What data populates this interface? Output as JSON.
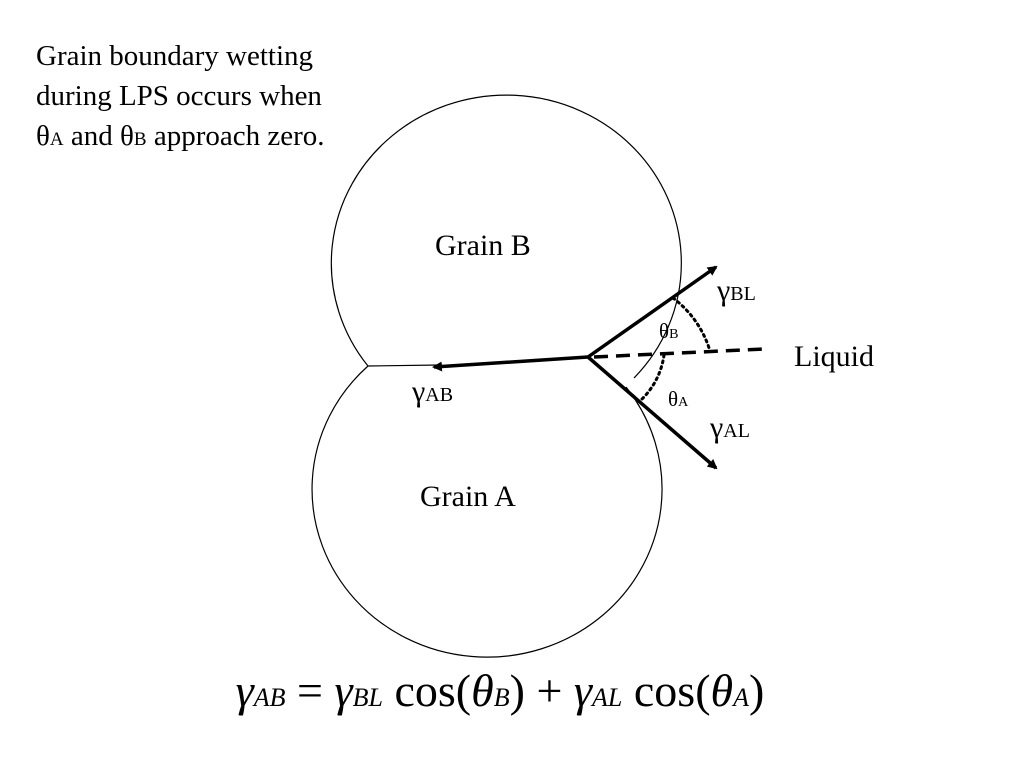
{
  "caption": {
    "line1": "Grain boundary wetting",
    "line2": "during LPS occurs when",
    "theta_symbol": "θ",
    "sub_a": "A",
    "mid_text": " and ",
    "sub_b": "B",
    "end_text": " approach zero."
  },
  "grains": {
    "grain_b": "Grain B",
    "grain_a": "Grain A"
  },
  "labels": {
    "gamma_symbol": "γ",
    "theta_symbol": "θ",
    "gamma_ab_sub": "AB",
    "gamma_bl_sub": "BL",
    "gamma_al_sub": "AL",
    "theta_b_sub": "B",
    "theta_a_sub": "A",
    "liquid": "Liquid"
  },
  "equation": {
    "gamma": "γ",
    "theta": "θ",
    "sub_ab": "AB",
    "sub_bl": "BL",
    "sub_al": "AL",
    "sub_b": "B",
    "sub_a": "A",
    "equals": " = ",
    "cos_open": " cos(",
    "close": ")",
    "plus": " + "
  }
}
